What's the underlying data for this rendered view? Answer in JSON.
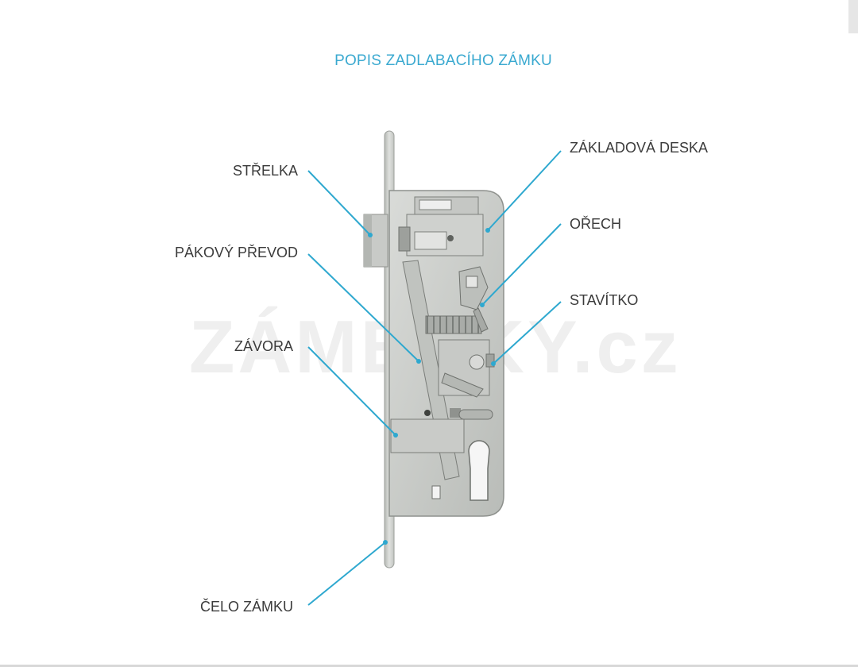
{
  "title": "POPIS ZADLABACÍHO ZÁMKU",
  "watermark": "ZÁMEČKY.cz",
  "colors": {
    "accent": "#2ea8cf",
    "label": "#3b3b3b",
    "metal": "#c9cbc8"
  },
  "labels": {
    "strelka": "STŘELKA",
    "pakovy_prevod": "PÁKOVÝ PŘEVOD",
    "zavora": "ZÁVORA",
    "celo_zamku": "ČELO ZÁMKU",
    "zakladova_deska": "ZÁKLADOVÁ DESKA",
    "orech": "OŘECH",
    "stavitko": "STAVÍTKO"
  }
}
